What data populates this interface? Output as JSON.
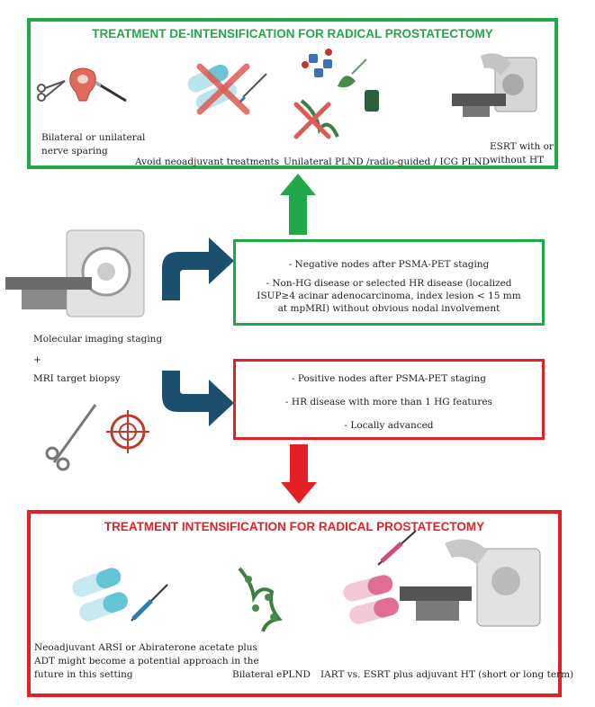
{
  "top": {
    "title": "TREATMENT DE-INTENSIFICATION FOR RADICAL PROSTATECTOMY",
    "captions": [
      "Bilateral or unilateral",
      "nerve sparing",
      "Avoid neoadjuvant treatments",
      "Unilateral PLND /radio-guided / ICG PLND",
      "ESRT with or",
      "without HT"
    ]
  },
  "left": {
    "line1": "Molecular imaging staging",
    "plus": "+",
    "line2": "MRI target biopsy"
  },
  "green_criteria": {
    "item1": "- Negative nodes after PSMA-PET staging",
    "item2_l1": "- Non-HG disease or selected HR disease (localized",
    "item2_l2": "ISUP≥4 acinar adenocarcinoma, index lesion < 15 mm",
    "item2_l3": "at mpMRI) without obvious nodal involvement"
  },
  "red_criteria": {
    "item1": "- Positive nodes after PSMA-PET staging",
    "item2": "- HR disease with more than 1 HG features",
    "item3": "- Locally advanced"
  },
  "bottom": {
    "title": "TREATMENT INTENSIFICATION FOR RADICAL PROSTATECTOMY",
    "captions": [
      "Neoadjuvant ARSI or Abiraterone acetate plus",
      "ADT might become a potential approach in the",
      "future in this setting",
      "Bilateral ePLND",
      "IART vs. ESRT plus adjuvant HT (short or long term)"
    ]
  },
  "colors": {
    "green": "#21a84a",
    "red": "#e41f25",
    "blue_arrow": "#1c4f6e"
  }
}
